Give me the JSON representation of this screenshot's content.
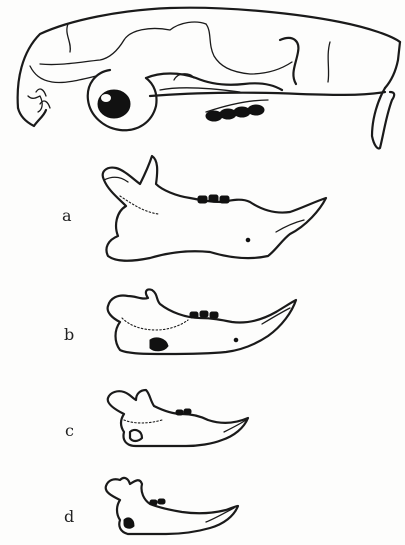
{
  "figure": {
    "labels": [
      "a",
      "b",
      "c",
      "d"
    ]
  },
  "colors": {
    "ink": "#1a1a1a",
    "paper": "#fdfdfc"
  },
  "drawings": {
    "skull": "rodent-skull-lateral-view",
    "mandibles": [
      "mandible-a",
      "mandible-b",
      "mandible-c",
      "mandible-d"
    ]
  }
}
